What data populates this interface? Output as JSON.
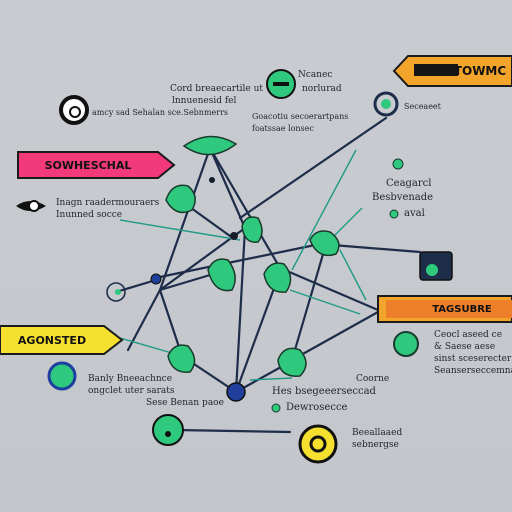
{
  "banners": {
    "top_right": "TOWMC",
    "left_pink": "SOWHESCHAL",
    "right_orange": "TAGSUBRE",
    "left_yellow": "AGONSTED"
  },
  "labels": {
    "top_center_1": "Cord breaecartile ut",
    "top_center_2": "lnnuenesid fel",
    "top_right_node_1": "Ncanec",
    "top_right_node_2": "norlurad",
    "left_circle": "amcy sad Sehalan sce.Sebnmerrs",
    "center_1": "Goacotiu secoerartpans",
    "center_2": "foatssae lonsec",
    "right_small": "Seceaeet",
    "right_mid_1": "Ceagarcl",
    "right_mid_2": "Besbvenade",
    "right_mid_3": "aval",
    "left_mid_1": "Inagn raadermouraers",
    "left_mid_2": "Inunned socce",
    "right_box_1": "Ceocl aseed ce",
    "right_box_2": "& Saese aese",
    "right_box_3": "sinst sceserecter",
    "right_box_4": "Seanserseccemna",
    "bottom_left_1": "Banly Bneeachnce",
    "bottom_left_2": "ongclet uter sarats",
    "bottom_left_3": "Sese Benan paoe",
    "bottom_center_1": "Coorne",
    "bottom_center_2": "Hes bsegeeerseccad",
    "bottom_center_3": "Dewrosecce",
    "bottom_right_1": "Beeallaaed",
    "bottom_right_2": "sebnergse"
  },
  "colors": {
    "node_green": "#2ec97d",
    "edge_navy": "#1d2d4a",
    "edge_teal": "#1f9a86",
    "pink": "#f23a7a",
    "orange": "#f3a42a",
    "yellow": "#f5e02f"
  }
}
